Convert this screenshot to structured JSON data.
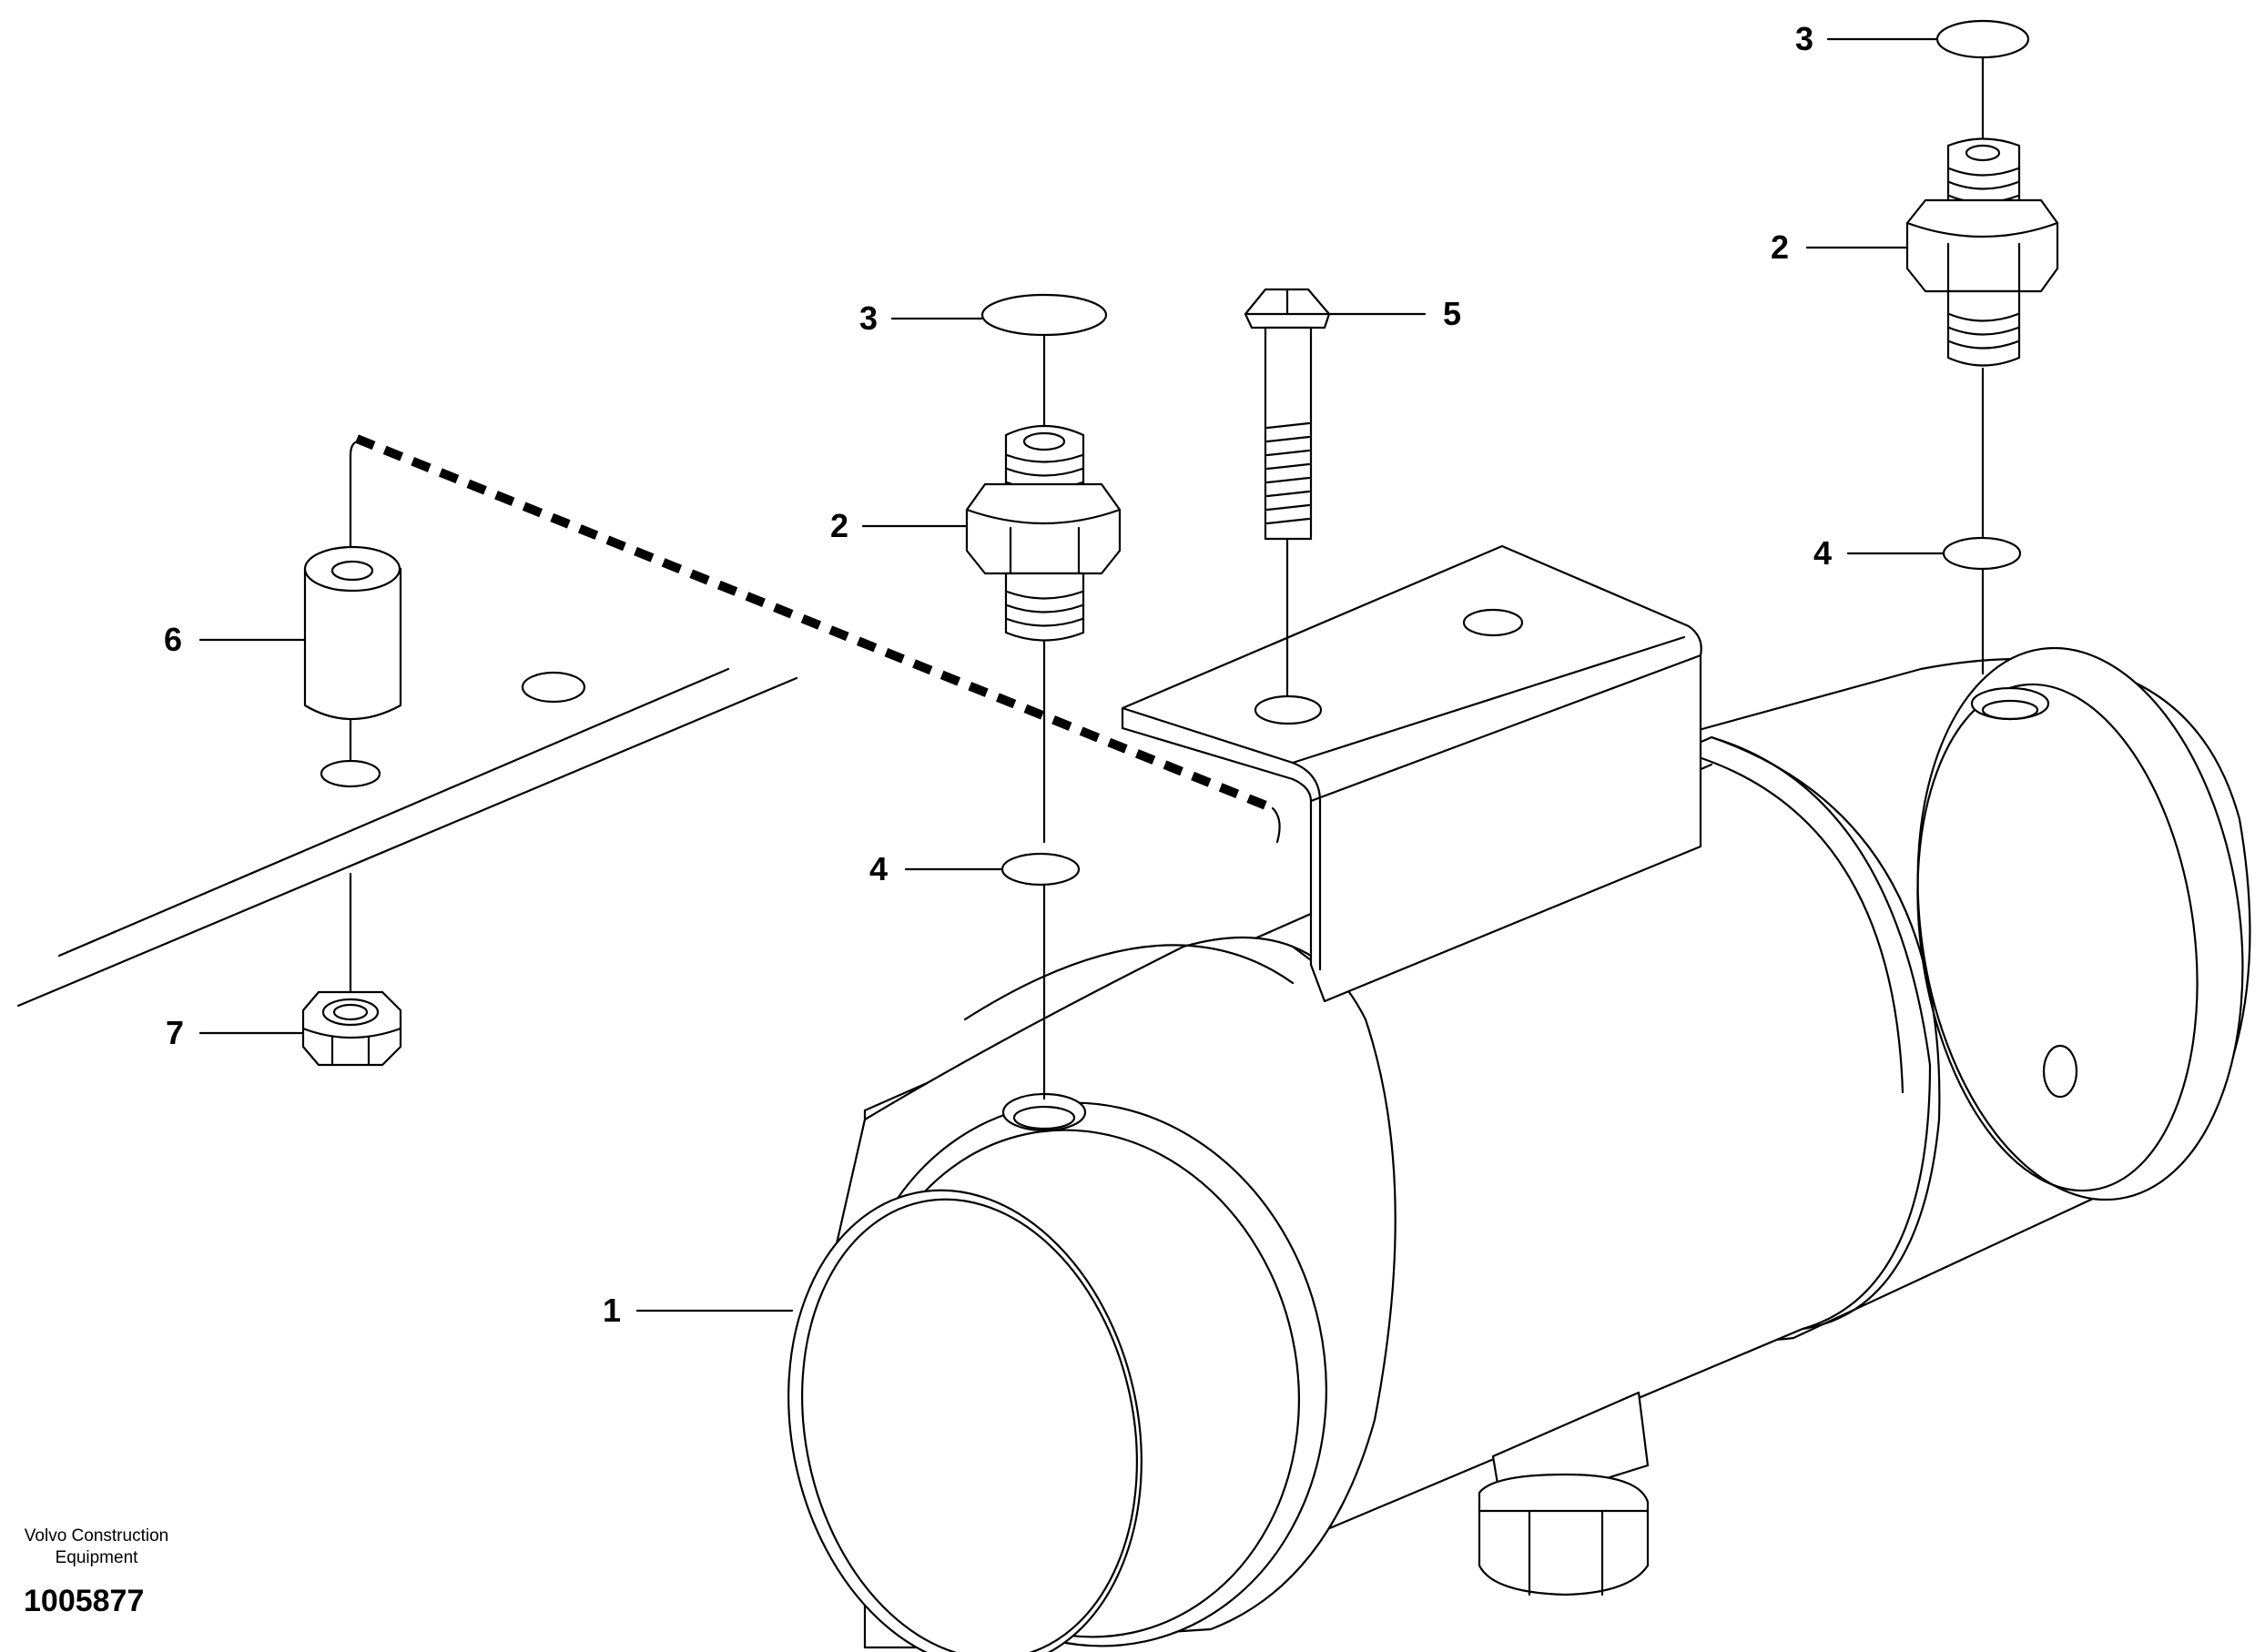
{
  "callouts": {
    "c1": "1",
    "c2_top": "2",
    "c2_mid": "2",
    "c3_top": "3",
    "c3_mid": "3",
    "c4_right": "4",
    "c4_mid": "4",
    "c5": "5",
    "c6": "6",
    "c7": "7"
  },
  "footer": {
    "company_line1": "Volvo Construction",
    "company_line2": "Equipment",
    "drawing_number": "1005877"
  }
}
